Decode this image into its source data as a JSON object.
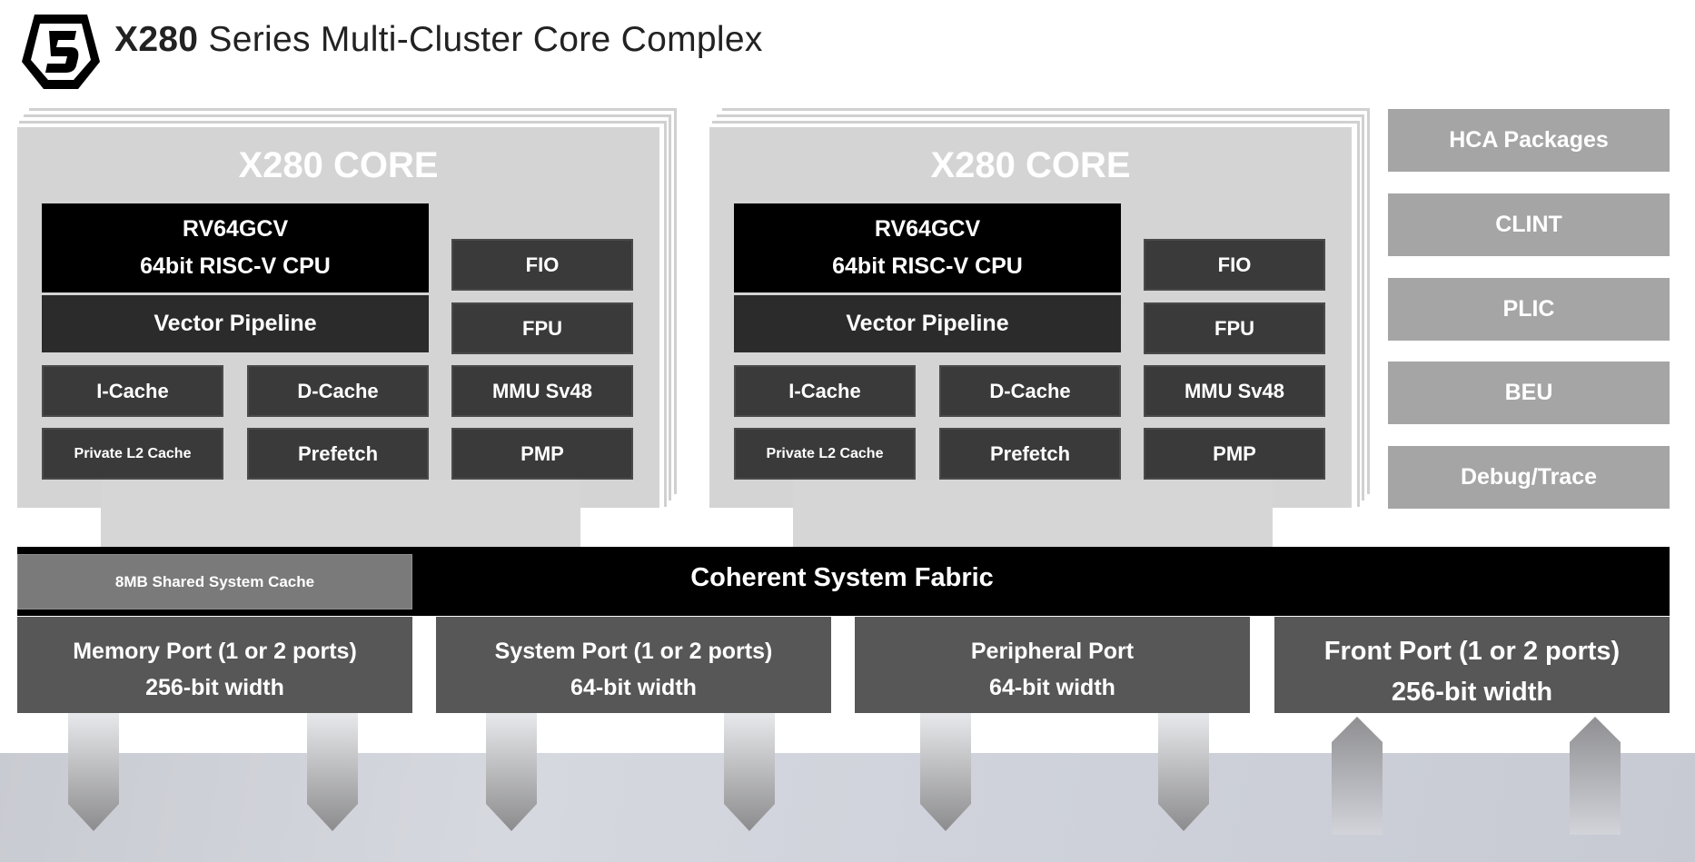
{
  "header": {
    "title_bold": "X280",
    "title_rest": " Series Multi-Cluster Core Complex",
    "logo": "shield-s-logo"
  },
  "cores": [
    {
      "title": "X280 CORE",
      "cpu_line1": "RV64GCV",
      "cpu_line2": "64bit RISC-V CPU",
      "vector": "Vector Pipeline",
      "icache": "I-Cache",
      "dcache": "D-Cache",
      "l2": "Private L2 Cache",
      "prefetch": "Prefetch",
      "fio": "FIO",
      "fpu": "FPU",
      "mmu": "MMU Sv48",
      "pmp": "PMP"
    },
    {
      "title": "X280 CORE",
      "cpu_line1": "RV64GCV",
      "cpu_line2": "64bit RISC-V CPU",
      "vector": "Vector Pipeline",
      "icache": "I-Cache",
      "dcache": "D-Cache",
      "l2": "Private L2 Cache",
      "prefetch": "Prefetch",
      "fio": "FIO",
      "fpu": "FPU",
      "mmu": "MMU Sv48",
      "pmp": "PMP"
    }
  ],
  "side_blocks": [
    "HCA Packages",
    "CLINT",
    "PLIC",
    "BEU",
    "Debug/Trace"
  ],
  "fabric": {
    "label": "Coherent System Fabric",
    "cache": "8MB Shared System Cache"
  },
  "ports": [
    {
      "line1": "Memory Port (1 or 2 ports)",
      "line2": "256-bit width"
    },
    {
      "line1": "System Port (1 or 2 ports)",
      "line2": "64-bit width"
    },
    {
      "line1": "Peripheral Port",
      "line2": "64-bit width"
    },
    {
      "line1": "Front Port (1 or 2 ports)",
      "line2": "256-bit width"
    }
  ],
  "colors": {
    "core_bg": "#d4d4d4",
    "cpu_block": "#000000",
    "unit_block": "#3a3a3a",
    "side_block": "#a5a5a5",
    "fabric": "#000000",
    "port": "#575757"
  }
}
